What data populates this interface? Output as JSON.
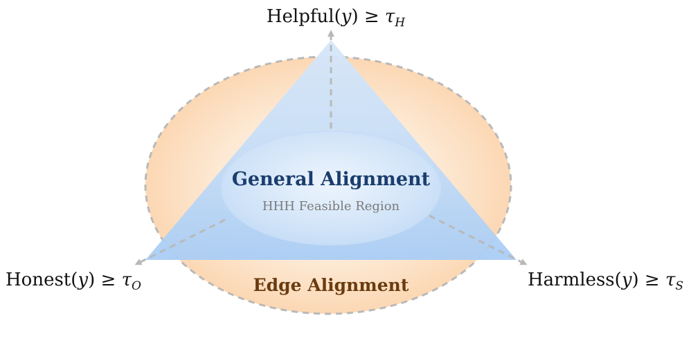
{
  "diagram": {
    "vertices": {
      "helpful": {
        "func": "Helpful",
        "arg": "y",
        "tau": "τ",
        "sub": "H"
      },
      "honest": {
        "func": "Honest",
        "arg": "y",
        "tau": "τ",
        "sub": "O"
      },
      "harmless": {
        "func": "Harmless",
        "arg": "y",
        "tau": "τ",
        "sub": "S"
      }
    },
    "inner_region": {
      "title": "General Alignment",
      "subtitle": "HHH Feasible Region"
    },
    "outer_region": {
      "title": "Edge Alignment"
    },
    "colors": {
      "outer_fill": "#fbd6b0",
      "triangle_fill": "#b9d6f6",
      "inner_fill": "#cfe3f8",
      "dash": "#b9b9b9",
      "general_title": "#1b3d6e",
      "edge_title": "#6a3b10",
      "subtitle": "#7a7a7a"
    }
  }
}
